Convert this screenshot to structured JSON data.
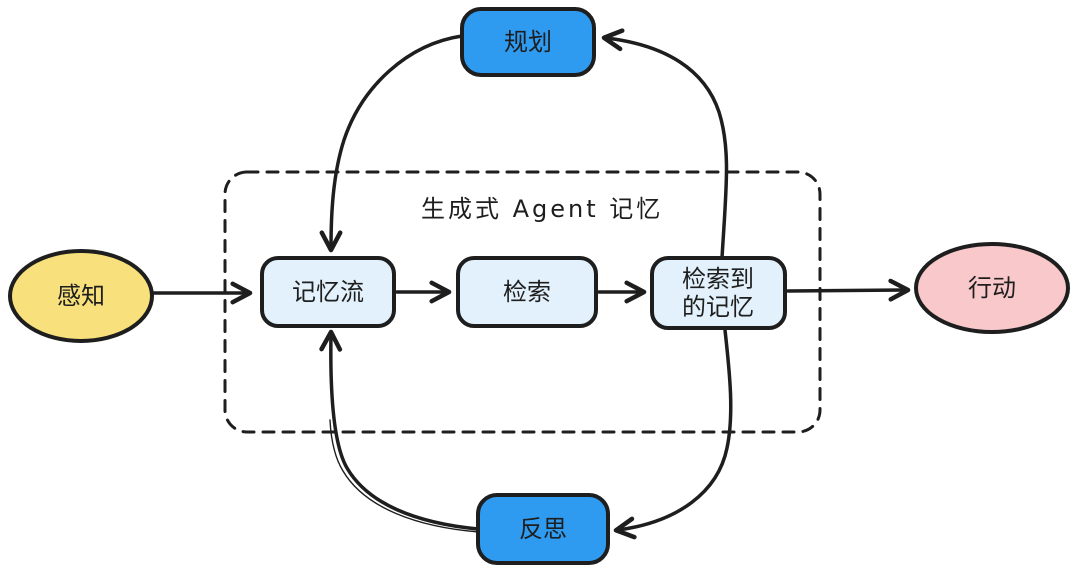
{
  "canvas": {
    "background": "#ffffff",
    "stroke_color": "#1e1e1e"
  },
  "diagram": {
    "container": {
      "title": "生成式 Agent 记忆",
      "style": "dashed-rounded-rect"
    },
    "nodes": {
      "perception": {
        "label": "感知",
        "shape": "ellipse",
        "fill": "#f8e17c"
      },
      "action": {
        "label": "行动",
        "shape": "ellipse",
        "fill": "#f9c8ca"
      },
      "planning": {
        "label": "规划",
        "shape": "rounded-rect",
        "fill": "#2f9bf0"
      },
      "reflection": {
        "label": "反思",
        "shape": "rounded-rect",
        "fill": "#2f9bf0"
      },
      "memory_stream": {
        "label": "记忆流",
        "shape": "rounded-rect",
        "fill": "#e2f1fb"
      },
      "retrieval": {
        "label": "检索",
        "shape": "rounded-rect",
        "fill": "#e2f1fb"
      },
      "retrieved_memory": {
        "label_lines": [
          "检索到",
          "的记忆"
        ],
        "shape": "rounded-rect",
        "fill": "#e2f1fb"
      }
    },
    "edges": [
      {
        "from": "perception",
        "to": "memory_stream",
        "style": "straight-arrow"
      },
      {
        "from": "memory_stream",
        "to": "retrieval",
        "style": "straight-arrow"
      },
      {
        "from": "retrieval",
        "to": "retrieved_memory",
        "style": "straight-arrow"
      },
      {
        "from": "retrieved_memory",
        "to": "action",
        "style": "straight-arrow"
      },
      {
        "from": "retrieved_memory",
        "to": "planning",
        "style": "curved-arrow"
      },
      {
        "from": "planning",
        "to": "memory_stream",
        "style": "curved-arrow"
      },
      {
        "from": "retrieved_memory",
        "to": "reflection",
        "style": "curved-arrow"
      },
      {
        "from": "reflection",
        "to": "memory_stream",
        "style": "curved-arrow"
      }
    ]
  }
}
